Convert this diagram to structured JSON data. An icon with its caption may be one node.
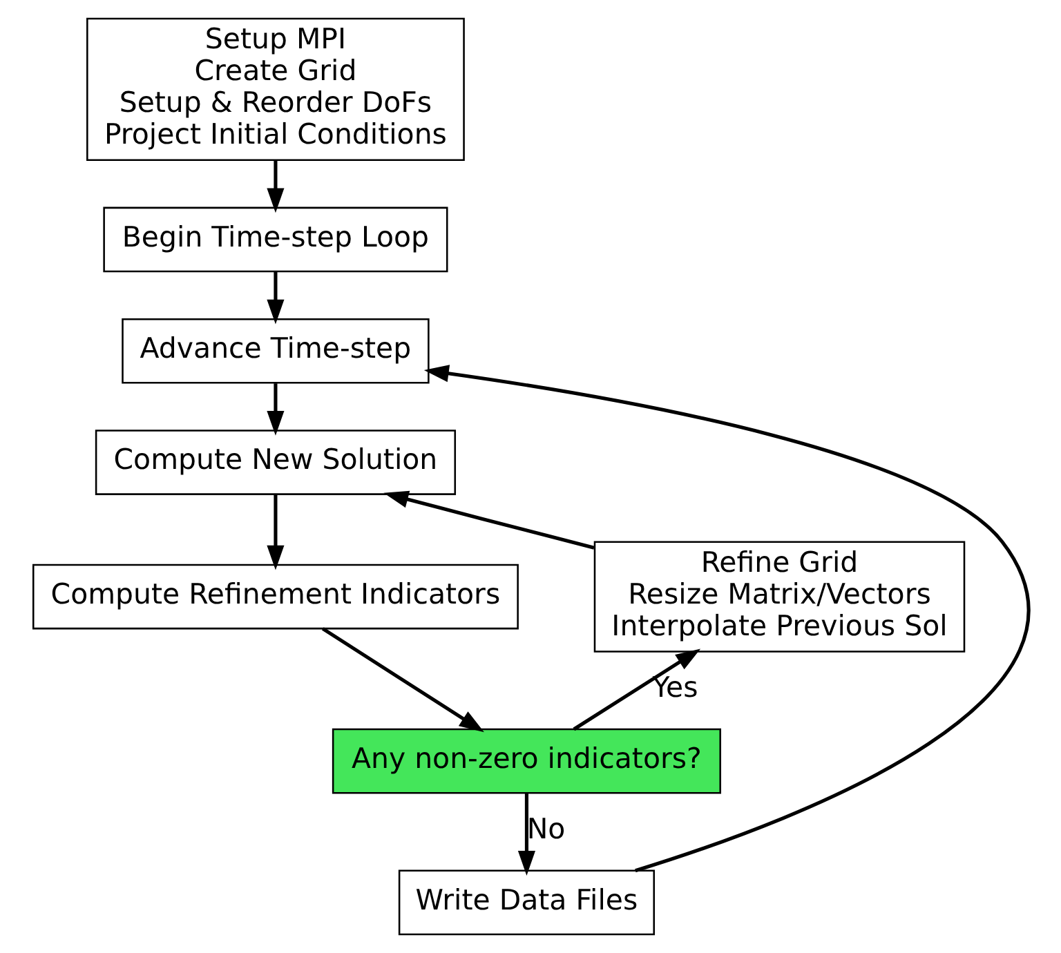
{
  "diagram": {
    "nodes": [
      {
        "text": [
          "Setup MPI",
          "Create Grid",
          "Setup & Reorder DoFs",
          "Project Initial Conditions"
        ]
      },
      {
        "text": [
          "Begin Time-step Loop"
        ]
      },
      {
        "text": [
          "Advance Time-step"
        ]
      },
      {
        "text": [
          "Compute New Solution"
        ]
      },
      {
        "text": [
          "Compute Refinement Indicators"
        ]
      },
      {
        "text": [
          "Any non-zero indicators?"
        ]
      },
      {
        "text": [
          "Refine Grid",
          "Resize Matrix/Vectors",
          "Interpolate Previous Sol"
        ]
      },
      {
        "text": [
          "Write Data Files"
        ]
      }
    ],
    "edges": [
      {
        "from": 0,
        "to": 1,
        "arrow": "to"
      },
      {
        "from": 1,
        "to": 2,
        "arrow": "to"
      },
      {
        "from": 2,
        "to": 3,
        "arrow": "to"
      },
      {
        "from": 3,
        "to": 4,
        "arrow": "to"
      },
      {
        "from": 4,
        "to": 5,
        "arrow": "to"
      },
      {
        "from": 5,
        "to": 6,
        "label": "Yes",
        "arrow": "to"
      },
      {
        "from": 6,
        "to": 3,
        "arrow": "to"
      },
      {
        "from": 5,
        "to": 7,
        "label": "No",
        "arrow": "to"
      },
      {
        "from": 7,
        "to": 2,
        "arrow": "to"
      }
    ]
  }
}
